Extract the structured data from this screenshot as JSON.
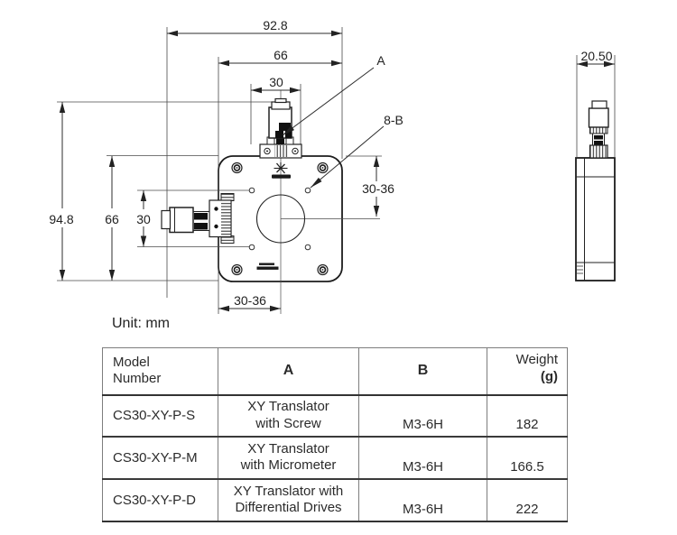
{
  "unit_note": "Unit: mm",
  "drawing": {
    "front": {
      "width_overall": "92.8",
      "width_stage": "66",
      "width_actuator": "30",
      "height_overall": "94.8",
      "height_stage": "66",
      "height_holes": "30",
      "hole_span_right": "30-36",
      "hole_span_bottom": "30-36",
      "callout_a": "A",
      "callout_holes": "8-B"
    },
    "side": {
      "thickness": "20.50"
    }
  },
  "table": {
    "headers": {
      "model_line1": "Model",
      "model_line2": "Number",
      "a": "A",
      "b": "B",
      "weight_line1": "Weight",
      "weight_line2": "(g)"
    },
    "rows": [
      {
        "model": "CS30-XY-P-S",
        "a_line1": "XY Translator",
        "a_line2": "with Screw",
        "b": "M3-6H",
        "weight": "182"
      },
      {
        "model": "CS30-XY-P-M",
        "a_line1": "XY Translator",
        "a_line2": "with Micrometer",
        "b": "M3-6H",
        "weight": "166.5"
      },
      {
        "model": "CS30-XY-P-D",
        "a_line1": "XY Translator with",
        "a_line2": "Differential Drives",
        "b": "M3-6H",
        "weight": "222"
      }
    ]
  },
  "colors": {
    "line": "#2e2e2e",
    "edge": "#1c1c1c",
    "text": "#222222"
  }
}
